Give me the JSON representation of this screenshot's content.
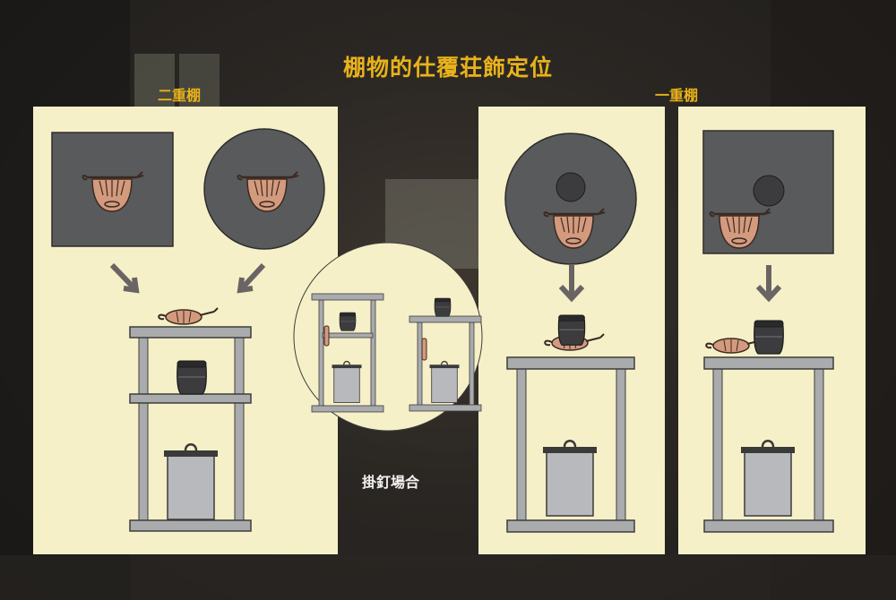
{
  "title": "棚物的仕覆荘飾定位",
  "labels": {
    "double_shelf": "二重棚",
    "single_shelf": "一重棚",
    "hanging_nail": "掛釘場合"
  },
  "colors": {
    "accent": "#e9b21b",
    "panel": "#f6f0c8",
    "shelf": "#a9abad",
    "frame_dark": "#5e5f61",
    "pouch": "#d49a7d",
    "jar": "#3c3c3e",
    "water_vessel": "#b8b9bc",
    "arrow": "#6b6464"
  }
}
